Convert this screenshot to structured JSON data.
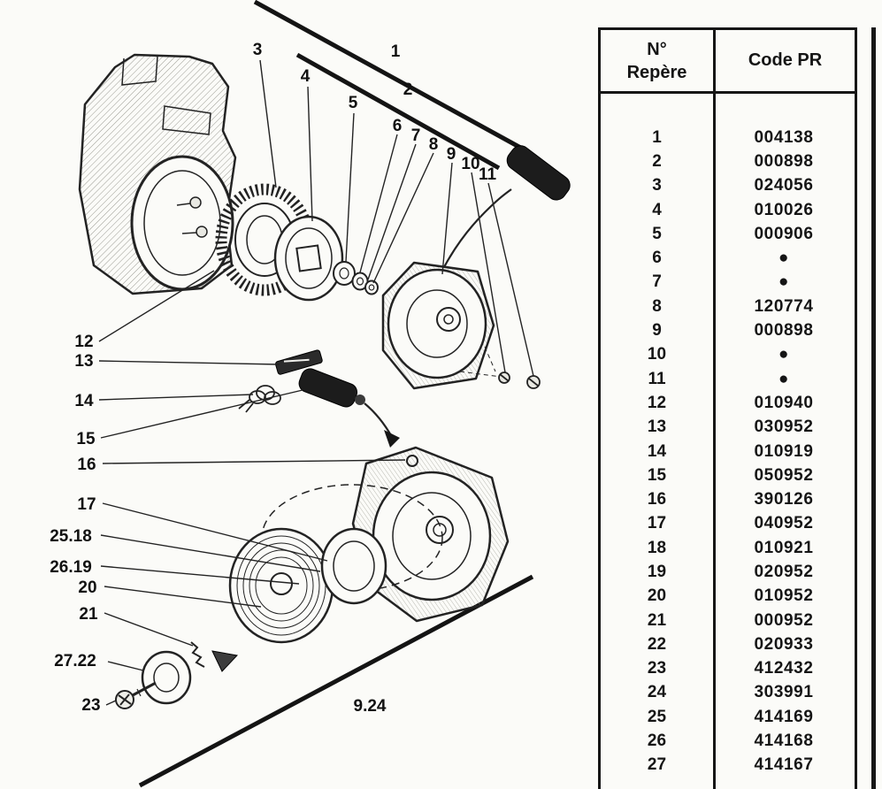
{
  "table": {
    "header": {
      "ref_line1": "N°",
      "ref_line2": "Repère",
      "code": "Code PR"
    },
    "rows": [
      {
        "ref": "1",
        "code": "004138"
      },
      {
        "ref": "2",
        "code": "000898"
      },
      {
        "ref": "3",
        "code": "024056"
      },
      {
        "ref": "4",
        "code": "010026"
      },
      {
        "ref": "5",
        "code": "000906"
      },
      {
        "ref": "6",
        "code": "●"
      },
      {
        "ref": "7",
        "code": "●"
      },
      {
        "ref": "8",
        "code": "120774"
      },
      {
        "ref": "9",
        "code": "000898"
      },
      {
        "ref": "10",
        "code": "●"
      },
      {
        "ref": "11",
        "code": "●"
      },
      {
        "ref": "12",
        "code": "010940"
      },
      {
        "ref": "13",
        "code": "030952"
      },
      {
        "ref": "14",
        "code": "010919"
      },
      {
        "ref": "15",
        "code": "050952"
      },
      {
        "ref": "16",
        "code": "390126"
      },
      {
        "ref": "17",
        "code": "040952"
      },
      {
        "ref": "18",
        "code": "010921"
      },
      {
        "ref": "19",
        "code": "020952"
      },
      {
        "ref": "20",
        "code": "010952"
      },
      {
        "ref": "21",
        "code": "000952"
      },
      {
        "ref": "22",
        "code": "020933"
      },
      {
        "ref": "23",
        "code": "412432"
      },
      {
        "ref": "24",
        "code": "303991"
      },
      {
        "ref": "25",
        "code": "414169"
      },
      {
        "ref": "26",
        "code": "414168"
      },
      {
        "ref": "27",
        "code": "414167"
      }
    ]
  },
  "diagram": {
    "callouts": [
      "1",
      "2",
      "3",
      "4",
      "5",
      "6",
      "7",
      "8",
      "9",
      "10",
      "11",
      "12",
      "13",
      "14",
      "15",
      "16",
      "17",
      "25.18",
      "26.19",
      "20",
      "21",
      "27.22",
      "23",
      "9.24"
    ]
  }
}
